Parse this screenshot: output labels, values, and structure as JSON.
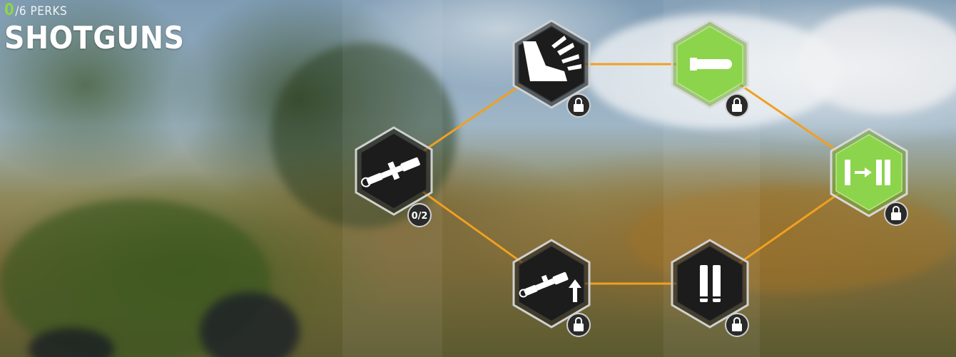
{
  "hud": {
    "perk_count": "0",
    "perk_total": "/6 PERKS",
    "title": "SHOTGUNS"
  },
  "colors": {
    "accent_green": "#8cd44c",
    "link_orange": "#f0a020",
    "node_dark": "#1c1c1c",
    "border": "#d8d8d8"
  },
  "perks": [
    {
      "id": "scope",
      "icon": "scope-icon",
      "state": "available",
      "badge_type": "progress",
      "badge": "0/2"
    },
    {
      "id": "kick",
      "icon": "boot-kick-icon",
      "state": "locked",
      "badge_type": "lock",
      "badge": ""
    },
    {
      "id": "shell",
      "icon": "shell-icon",
      "state": "highlighted",
      "badge_type": "lock",
      "badge": ""
    },
    {
      "id": "reload-double",
      "icon": "single-to-double-shell-icon",
      "state": "highlighted",
      "badge_type": "lock",
      "badge": ""
    },
    {
      "id": "scope-upgrade",
      "icon": "scope-upgrade-icon",
      "state": "locked",
      "badge_type": "lock",
      "badge": ""
    },
    {
      "id": "double-shell",
      "icon": "double-shell-icon",
      "state": "locked",
      "badge_type": "lock",
      "badge": ""
    }
  ]
}
